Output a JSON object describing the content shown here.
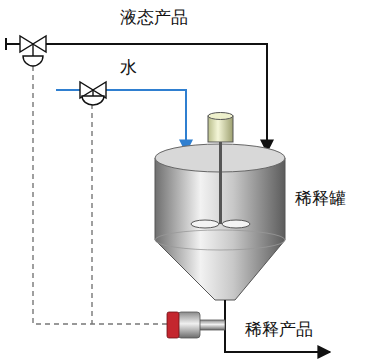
{
  "diagram": {
    "labels": [
      "液态产品",
      "水",
      "稀释罐",
      "稀释产品"
    ]
  }
}
